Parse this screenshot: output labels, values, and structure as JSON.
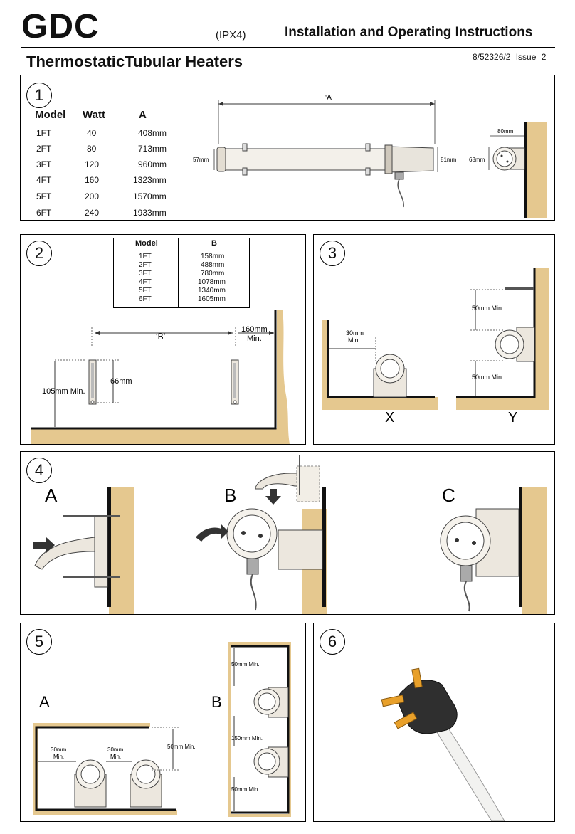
{
  "header": {
    "brand": "GDC",
    "ipx": "(IPX4)",
    "title": "Installation and Operating Instructions",
    "subtitle": "ThermostaticTubular Heaters",
    "doc_number": "8/52326/2 Issue 2"
  },
  "step1": {
    "number": "1",
    "table_headers": [
      "Model",
      "Watt",
      "A"
    ],
    "rows": [
      {
        "model": "1FT",
        "watt": "40",
        "a": "408mm"
      },
      {
        "model": "2FT",
        "watt": "80",
        "a": "713mm"
      },
      {
        "model": "3FT",
        "watt": "120",
        "a": "960mm"
      },
      {
        "model": "4FT",
        "watt": "160",
        "a": "1323mm"
      },
      {
        "model": "5FT",
        "watt": "200",
        "a": "1570mm"
      },
      {
        "model": "6FT",
        "watt": "240",
        "a": "1933mm"
      }
    ],
    "dim_a": "‘A’",
    "dim_57": "57mm",
    "dim_81": "81mm",
    "dim_80": "80mm",
    "dim_68": "68mm"
  },
  "step2": {
    "number": "2",
    "table_headers": [
      "Model",
      "B"
    ],
    "rows": [
      {
        "model": "1FT",
        "b": "158mm"
      },
      {
        "model": "2FT",
        "b": "488mm"
      },
      {
        "model": "3FT",
        "b": "780mm"
      },
      {
        "model": "4FT",
        "b": "1078mm"
      },
      {
        "model": "5FT",
        "b": "1340mm"
      },
      {
        "model": "6FT",
        "b": "1605mm"
      }
    ],
    "dim_b": "‘B’",
    "dim_160": "160mm",
    "dim_160_min": "Min.",
    "dim_66": "66mm",
    "dim_105": "105mm Min."
  },
  "step3": {
    "number": "3",
    "dim_30": "30mm",
    "dim_30_min": "Min.",
    "dim_50_top": "50mm Min.",
    "dim_50_bottom": "50mm Min.",
    "label_x": "X",
    "label_y": "Y"
  },
  "step4": {
    "number": "4",
    "label_a": "A",
    "label_b": "B",
    "label_c": "C"
  },
  "step5": {
    "number": "5",
    "label_a": "A",
    "label_b": "B",
    "dim_30_1": "30mm",
    "dim_30_1_min": "Min.",
    "dim_30_2": "30mm",
    "dim_30_2_min": "Min.",
    "dim_50_side": "50mm Min.",
    "dim_50_top": "50mm Min.",
    "dim_150": "150mm Min.",
    "dim_50_bottom": "50mm Min."
  },
  "step6": {
    "number": "6"
  }
}
